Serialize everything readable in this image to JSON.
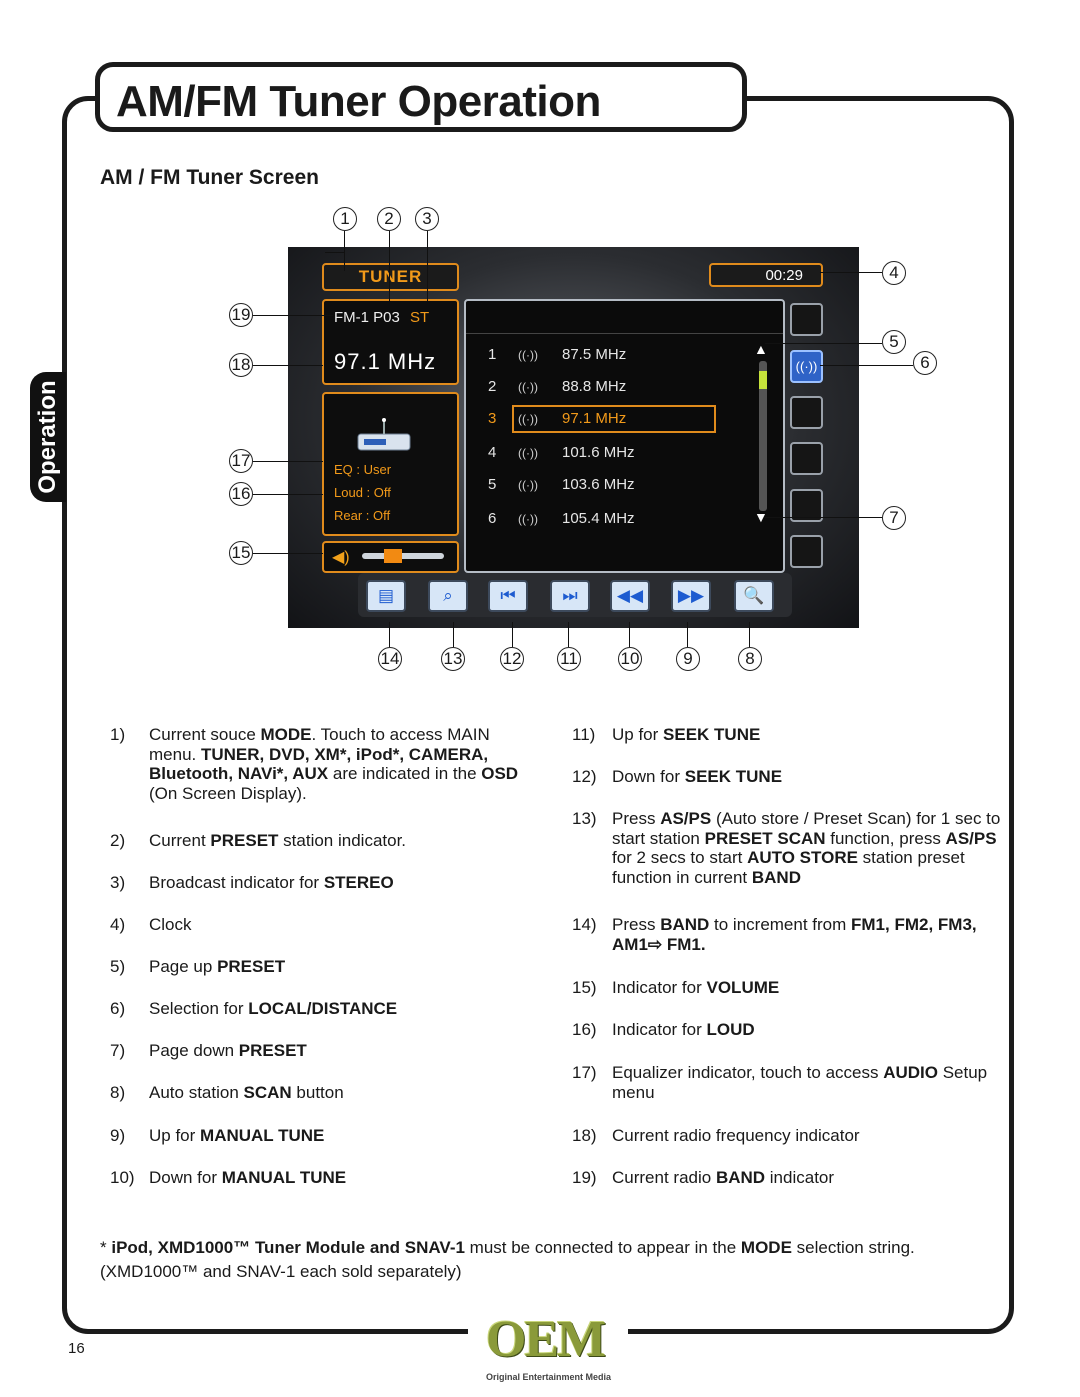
{
  "header": {
    "title": "AM/FM Tuner Operation",
    "side_tab": "Operation"
  },
  "section_title": "AM / FM Tuner Screen",
  "screen": {
    "mode": "TUNER",
    "clock": "00:29",
    "band": "FM-1",
    "preset": "P03",
    "stereo": "ST",
    "frequency": "97.1 MHz",
    "eq_label": "EQ",
    "eq_value": "User",
    "loud_label": "Loud",
    "loud_value": "Off",
    "rear_label": "Rear",
    "rear_value": "Off",
    "volume_level": 0.35,
    "presets": [
      {
        "num": "1",
        "freq": "87.5 MHz"
      },
      {
        "num": "2",
        "freq": "88.8 MHz"
      },
      {
        "num": "3",
        "freq": "97.1 MHz"
      },
      {
        "num": "4",
        "freq": "101.6 MHz"
      },
      {
        "num": "5",
        "freq": "103.6 MHz"
      },
      {
        "num": "6",
        "freq": "105.4 MHz"
      }
    ],
    "selected_preset": 3,
    "bottom_buttons": [
      "band-icon",
      "as-ps-icon",
      "seek-down-icon",
      "seek-up-icon",
      "tune-down-icon",
      "tune-up-icon",
      "scan-icon"
    ]
  },
  "callouts": [
    "1",
    "2",
    "3",
    "4",
    "5",
    "6",
    "7",
    "8",
    "9",
    "10",
    "11",
    "12",
    "13",
    "14",
    "15",
    "16",
    "17",
    "18",
    "19"
  ],
  "left_items": [
    {
      "n": "1)",
      "html": "Current souce <b>MODE</b>. Touch to access MAIN menu. <b>TUNER, DVD, XM*, iPod*, CAMERA, Bluetooth, NAVi*, AUX</b> are indicated in the <b>OSD</b> (On Screen Display)."
    },
    {
      "n": "2)",
      "html": "Current <b>PRESET</b> station indicator."
    },
    {
      "n": "3)",
      "html": "Broadcast indicator for <b>STEREO</b>"
    },
    {
      "n": "4)",
      "html": "Clock"
    },
    {
      "n": "5)",
      "html": "Page up <b>PRESET</b>"
    },
    {
      "n": "6)",
      "html": "Selection for <b>LOCAL/DISTANCE</b>"
    },
    {
      "n": "7)",
      "html": "Page down <b>PRESET</b>"
    },
    {
      "n": "8)",
      "html": "Auto station <b>SCAN</b> button"
    },
    {
      "n": "9)",
      "html": "Up for <b>MANUAL TUNE</b>"
    },
    {
      "n": "10)",
      "html": "Down for <b>MANUAL TUNE</b>"
    }
  ],
  "right_items": [
    {
      "n": "11)",
      "html": "Up for <b>SEEK TUNE</b>"
    },
    {
      "n": "12)",
      "html": "Down for <b>SEEK TUNE</b>"
    },
    {
      "n": "13)",
      "html": "Press <b>AS/PS</b> (Auto store / Preset Scan) for 1 sec to start station <b>PRESET SCAN</b> function, press <b>AS/PS</b> for 2 secs to start <b>AUTO STORE</b> station preset function in current <b>BAND</b>"
    },
    {
      "n": "14)",
      "html": "Press <b>BAND</b> to increment from <b>FM1, FM2, FM3, AM1⇨ FM1.</b>"
    },
    {
      "n": "15)",
      "html": "Indicator for <b>VOLUME</b>"
    },
    {
      "n": "16)",
      "html": "Indicator for <b>LOUD</b>"
    },
    {
      "n": "17)",
      "html": "Equalizer indicator, touch to access <b>AUDIO</b> Setup menu"
    },
    {
      "n": "18)",
      "html": "Current radio frequency indicator"
    },
    {
      "n": "19)",
      "html": "Current radio <b>BAND</b> indicator"
    }
  ],
  "footnote": "* <b>iPod, XMD1000™ Tuner Module and SNAV-1</b> must be connected to appear in the <b>MODE</b> selection string. (XMD1000™ and SNAV-1 each sold separately)",
  "page_number": "16",
  "logo": {
    "main": "OEM",
    "sub": "Original Entertainment Media"
  }
}
